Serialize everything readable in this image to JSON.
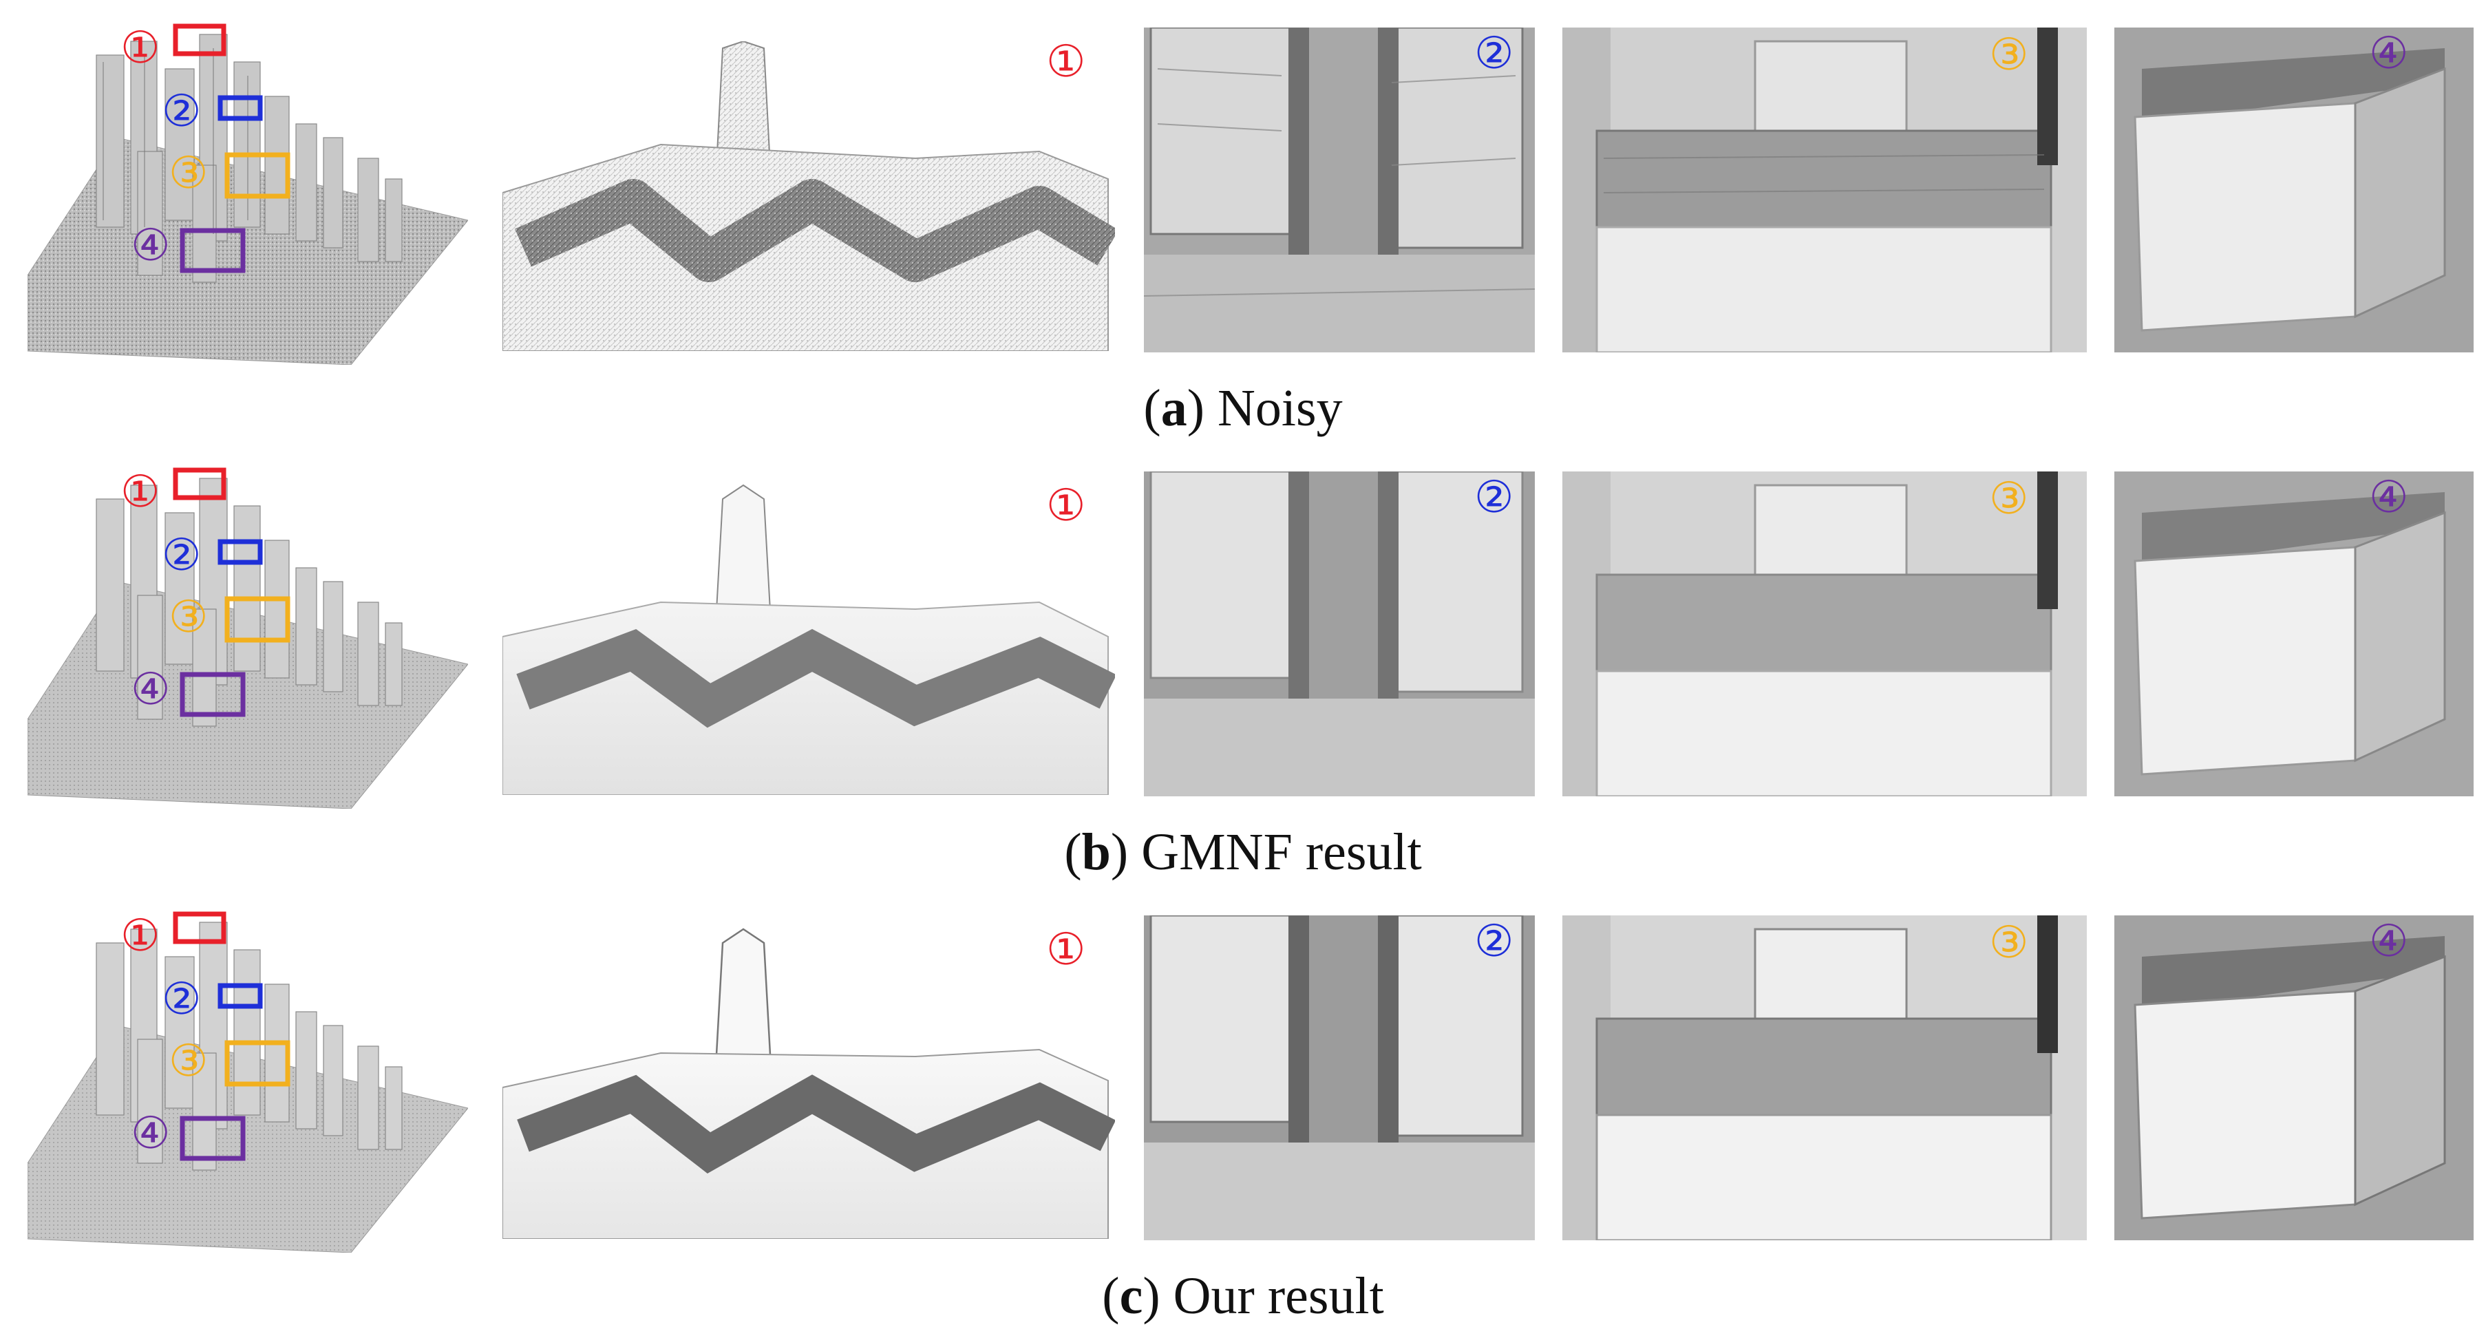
{
  "figure": {
    "rows": [
      {
        "caption_letter": "a",
        "caption_text": "Noisy",
        "style": "noisy"
      },
      {
        "caption_letter": "b",
        "caption_text": "GMNF result",
        "style": "smooth"
      },
      {
        "caption_letter": "c",
        "caption_text": "Our result",
        "style": "sharp"
      }
    ],
    "callouts": [
      {
        "symbol": "①",
        "color": "#e8202a"
      },
      {
        "symbol": "②",
        "color": "#1e2fd8"
      },
      {
        "symbol": "③",
        "color": "#f2b01e"
      },
      {
        "symbol": "④",
        "color": "#6b2fa0"
      }
    ]
  }
}
